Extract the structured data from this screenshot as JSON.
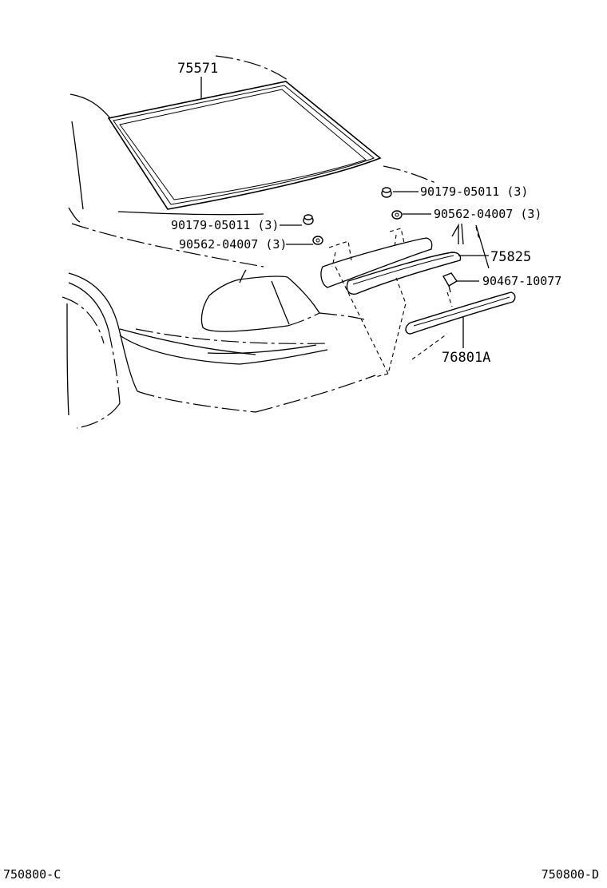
{
  "labels": {
    "rear_window_glass": "75571",
    "clip_a_left": "90179-05011 (3)",
    "clip_b_left": "90562-04007 (3)",
    "clip_a_right": "90179-05011 (3)",
    "clip_b_right": "90562-04007 (3)",
    "garnish": "75825",
    "screw": "90467-10077",
    "lamp_cover": "76801A"
  },
  "footer": {
    "left_code": "750800-C",
    "right_code": "750800-D"
  }
}
